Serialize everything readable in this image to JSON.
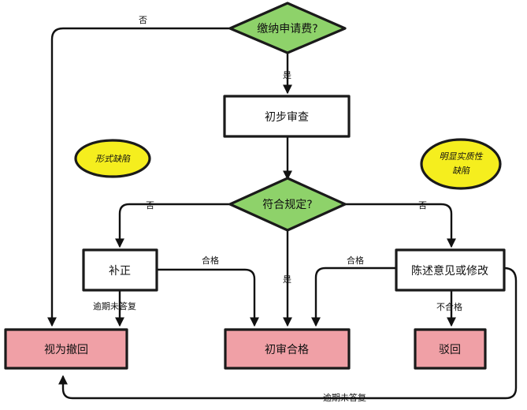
{
  "nodes": {
    "pay_fee": "缴纳申请费?",
    "preliminary_review": "初步审查",
    "compliant": "符合规定?",
    "correction": "补正",
    "statement": "陈述意见或修改",
    "deemed_withdrawn": "视为撤回",
    "passed": "初审合格",
    "rejected": "驳回"
  },
  "notes": {
    "formal_defect": "形式缺陷",
    "substantive_defect_line1": "明显实质性",
    "substantive_defect_line2": "缺陷"
  },
  "edge_labels": {
    "pay_no": "否",
    "pay_yes": "是",
    "compliant_no_left": "否",
    "compliant_no_right": "否",
    "compliant_yes": "是",
    "correction_ok": "合格",
    "statement_ok": "合格",
    "correction_overdue": "逾期未答复",
    "statement_fail": "不合格",
    "statement_overdue": "逾期未答复"
  },
  "colors": {
    "diamond_fill": "#8ed26a",
    "result_fill": "#f0a0a6",
    "note_fill": "#f5ee1e",
    "box_fill": "#ffffff",
    "line": "#111111"
  }
}
